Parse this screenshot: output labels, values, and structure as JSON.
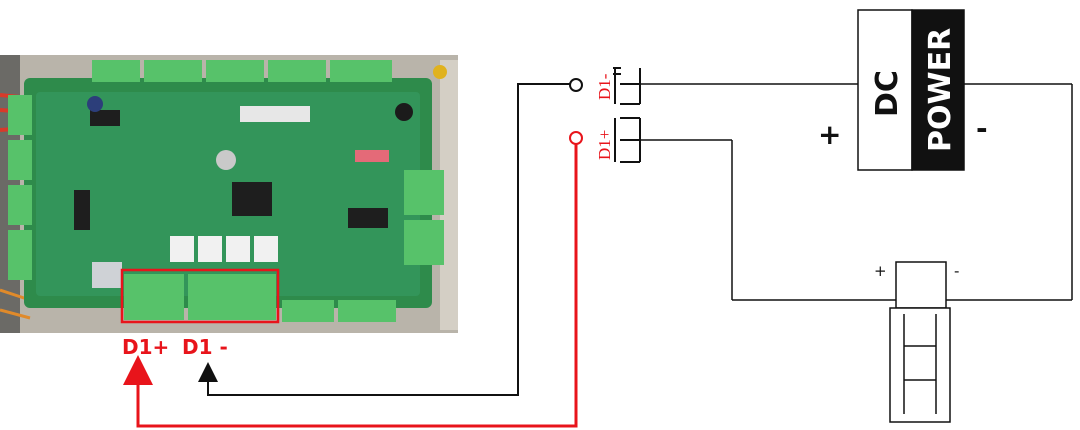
{
  "board": {
    "terminal_labels": {
      "d1_plus": "D1+",
      "d1_minus": "D1 -"
    }
  },
  "relay": {
    "contact_minus": "D1-",
    "contact_plus": "D1+"
  },
  "power_supply": {
    "dc": "DC",
    "power": "POWER",
    "plus": "+",
    "minus": "-"
  },
  "lock": {
    "plus": "+",
    "minus": "-"
  },
  "colors": {
    "signal_wire": "#e8141b",
    "ground_wire": "#111111",
    "pcb": "#2e8b4b",
    "terminal": "#57c26a",
    "highlight_box": "#e8141b"
  }
}
